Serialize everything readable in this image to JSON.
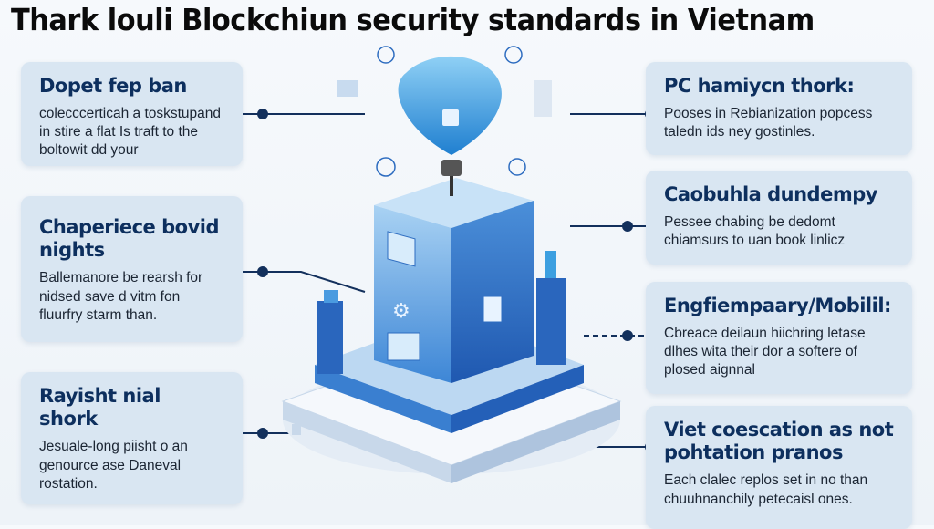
{
  "title": "Thark louli Blockchiun security standards in Vietnam",
  "left_cards": [
    {
      "heading": "Dopet fep ban",
      "body": "colecccerticah a toskstupand in stire a flat Is traft to the boltowit dd your"
    },
    {
      "heading": "Chaperiece bovid nights",
      "body": "Ballemanore be rearsh for nidsed save d vitm fon fluurfry starm than."
    },
    {
      "heading": "Rayisht nial shork",
      "body": "Jesuale-long piisht o an genource ase Daneval rostation."
    }
  ],
  "right_cards": [
    {
      "heading": "PC hamiycn thork:",
      "body": "Pooses in Rebianization popcess taledn ids ney gostinles."
    },
    {
      "heading": "Caobuhla dundempy",
      "body": "Pessee chabing be dedomt chiamsurs to uan book linlicz"
    },
    {
      "heading": "Engfiempaary/Mobilil:",
      "body": "Cbreace deilaun hiichring letase dlhes wita their dor a softere of plosed aignnal"
    },
    {
      "heading": "Viet coescation as not pohtation pranos",
      "body": "Each clalec replos set in no than chuuhnanchily petecaisl ones."
    }
  ],
  "colors": {
    "accent": "#1f63c6",
    "heading": "#0d2f5e",
    "card": "#d9e6f2",
    "line": "#13305c"
  }
}
